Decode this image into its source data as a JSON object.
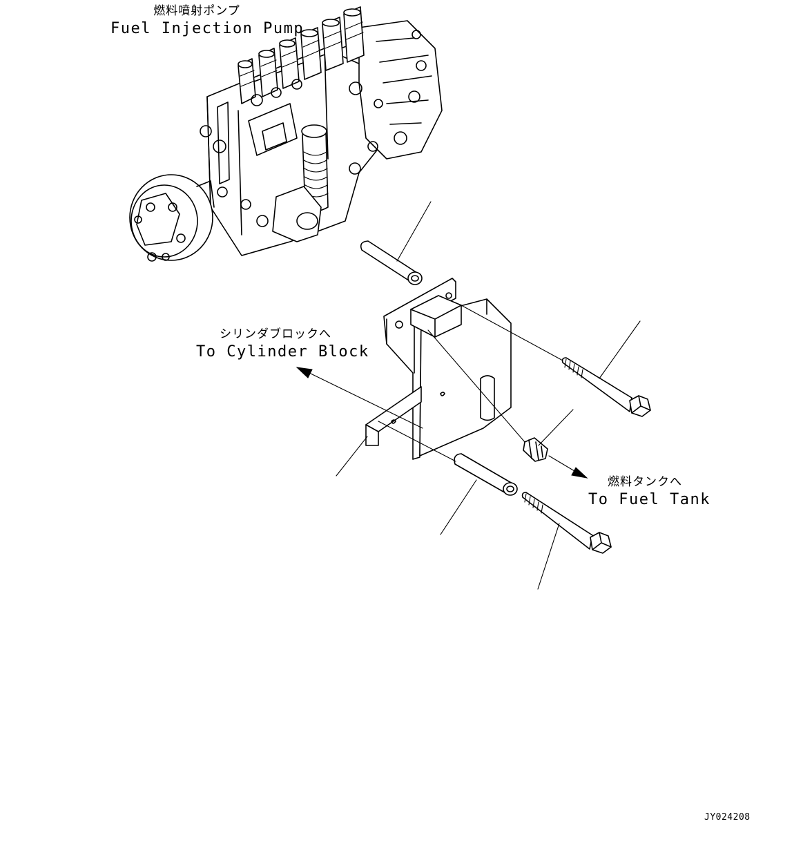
{
  "labels": {
    "pump": {
      "jp": "燃料噴射ポンプ",
      "en": "Fuel Injection Pump"
    },
    "cylinder_block": {
      "jp": "シリンダブロックへ",
      "en": "To Cylinder Block"
    },
    "fuel_tank": {
      "jp": "燃料タンクへ",
      "en": "To Fuel Tank"
    }
  },
  "drawing_id": "JY024208",
  "colors": {
    "line": "#000000",
    "background": "#ffffff"
  }
}
